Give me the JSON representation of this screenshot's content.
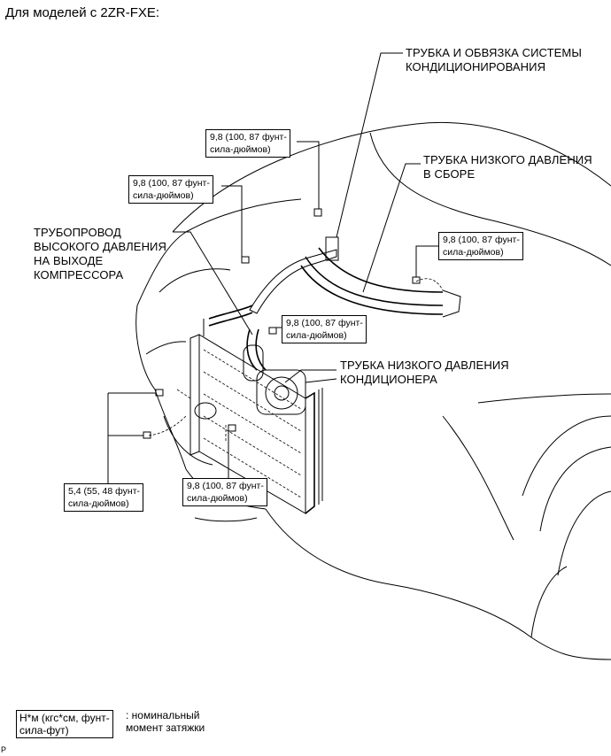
{
  "title": "Для моделей с 2ZR-FXE:",
  "labels": {
    "ac_tube_and_accessory": "ТРУБКА И ОБВЯЗКА СИСТЕМЫ\nКОНДИЦИОНИРОВАНИЯ",
    "suction_hose_assy": "ТРУБКА НИЗКОГО ДАВЛЕНИЯ\nВ СБОРЕ",
    "discharge_hose": "ТРУБОПРОВОД\nВЫСОКОГО ДАВЛЕНИЯ\nНА ВЫХОДЕ\nКОМПРЕССОРА",
    "ac_suction_tube": "ТРУБКА НИЗКОГО ДАВЛЕНИЯ\nКОНДИЦИОНЕРА"
  },
  "torques": {
    "t1": "9,8 (100, 87 фунт-\nсила-дюймов)",
    "t2": "9,8 (100, 87 фунт-\nсила-дюймов)",
    "t3": "9,8 (100, 87 фунт-\nсила-дюймов)",
    "t4": "9,8 (100, 87 фунт-\nсила-дюймов)",
    "t5": "9,8 (100, 87 фунт-\nсила-дюймов)",
    "t6": "5,4 (55, 48 фунт-\nсила-дюймов)"
  },
  "legend": {
    "box": "Н*м (кгс*см, фунт-\nсила-фут)",
    "text": ": номинальный\nмомент затяжки"
  },
  "code": "P"
}
